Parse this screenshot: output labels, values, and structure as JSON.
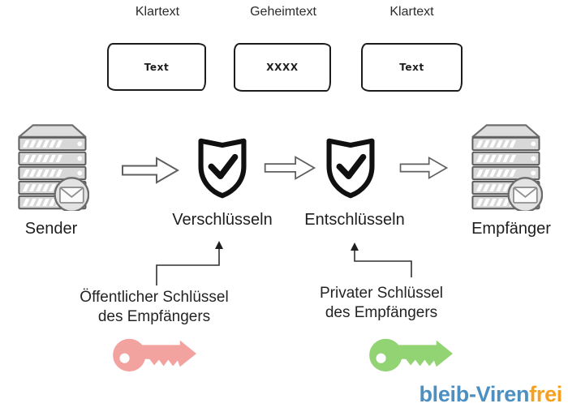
{
  "diagram": {
    "columns": [
      {
        "header": "Klartext",
        "box_text": "Text"
      },
      {
        "header": "Geheimtext",
        "box_text": "XXXX"
      },
      {
        "header": "Klartext",
        "box_text": "Text"
      }
    ],
    "nodes": {
      "sender": {
        "label": "Sender"
      },
      "encrypt": {
        "label": "Verschlüsseln"
      },
      "decrypt": {
        "label": "Entschlüsseln"
      },
      "receiver": {
        "label": "Empfänger"
      }
    },
    "annotations": {
      "public_key": {
        "line1": "Öffentlicher Schlüssel",
        "line2": "des Empfängers"
      },
      "private_key": {
        "line1": "Privater Schlüssel",
        "line2": "des Empfängers"
      }
    },
    "branding": {
      "blue_text": "bleib-Viren",
      "orange_text": "frei"
    }
  },
  "colors": {
    "public_key": "#f2a3a0",
    "private_key": "#92d373",
    "brand_blue": "#4d8fc0",
    "brand_orange": "#f6a01f"
  },
  "icons": {
    "sender": "server-stack-with-mail-badge",
    "receiver": "server-stack-with-mail-badge",
    "encrypt": "shield-check",
    "decrypt": "shield-check",
    "flow": "hollow-block-arrow-right",
    "public_key": "key",
    "private_key": "key"
  }
}
